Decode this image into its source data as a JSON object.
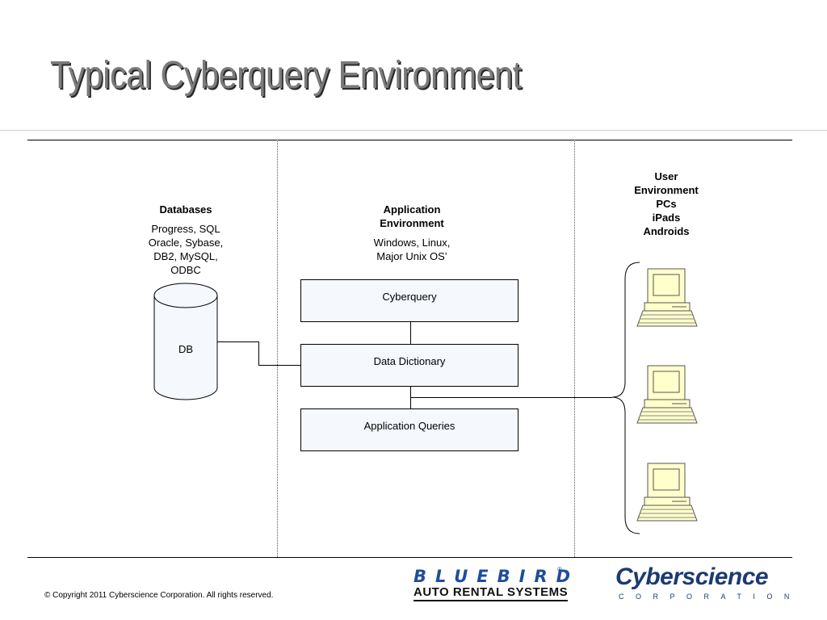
{
  "slide": {
    "title": "Typical Cyberquery Environment",
    "copyright": "© Copyright 2011 Cyberscience Corporation. All rights reserved."
  },
  "databases": {
    "heading": "Databases",
    "lines": "Progress, SQL\nOracle, Sybase,\nDB2,  MySQL,\nODBC",
    "db_label": "DB"
  },
  "application": {
    "heading": "Application\nEnvironment",
    "lines": "Windows, Linux,\nMajor Unix OS’",
    "boxes": [
      "Cyberquery",
      "Data Dictionary",
      "Application Queries"
    ]
  },
  "user": {
    "heading": "User\nEnvironment\nPCs\niPads\nAndroids"
  },
  "logos": {
    "bluebird_top": "BLUEBIRD",
    "bluebird_reg": "®",
    "bluebird_bottom": "AUTO RENTAL SYSTEMS",
    "cyberscience_top": "Cyberscience",
    "cyberscience_bottom": "CORPORATION"
  },
  "colors": {
    "box_fill": "#f5f8fd",
    "pc_fill": "#ffffcc",
    "title_text": "#7b7b7b",
    "logo_blue": "#1f4d9c",
    "logo_navy": "#1b3a73"
  }
}
